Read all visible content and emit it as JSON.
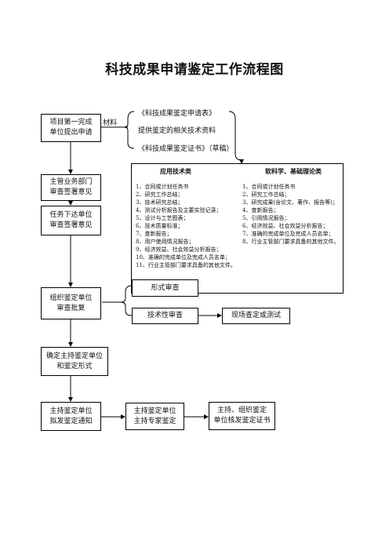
{
  "title": "科技成果申请鉴定工作流程图",
  "flow": {
    "step1": [
      "项目第一完成",
      "单位提出申请"
    ],
    "step2": [
      "主管业务部门",
      "审查签署意见"
    ],
    "step3": [
      "任务下达单位",
      "审查签署意见"
    ],
    "step4": [
      "组织鉴定单位",
      "审查批复"
    ],
    "step5": [
      "确定主持鉴定单位",
      "和鉴定形式"
    ],
    "step6": [
      "主持鉴定单位",
      "拟发鉴定通知"
    ],
    "step7": [
      "主持鉴定单位",
      "主持专家鉴定"
    ],
    "step8": [
      "主持、组织鉴定",
      "单位核发鉴定证书"
    ]
  },
  "materials": {
    "label": "材料",
    "docs": [
      "《科技成果鉴定申请表》",
      "提供鉴定的相关技术资料",
      "《科技成果鉴定证书》（草稿）"
    ]
  },
  "requirements": {
    "applied": {
      "heading": "应用技术类",
      "items": [
        "1、合同或计划任务书",
        "2、研究工作总结；",
        "3、技术研究总结；",
        "4、测试分析报告及主要实验记录；",
        "5、设计与工艺图表；",
        "6、技术质量标准；",
        "7、查新报告；",
        "8、用户使用情况报告；",
        "9、经济效益、社会效益分析报告；",
        "10、准确的完成单位及完成人员名单；",
        "11、行业主管部门要求具备的其他文件。"
      ]
    },
    "soft": {
      "heading": "软科学、基础理论类",
      "items": [
        "1、合同或计划任务书",
        "2、研究工作总结；",
        "3、研究成果(含论文、著作、报告等)；",
        "4、查新报告；",
        "5、引用情况报告；",
        "6、经济效益、社会效益分析报告；",
        "7、准确的完成单位及完成人员名单；",
        "8、行业主管部门要求具备的其他文件。"
      ]
    }
  },
  "review": {
    "formal": "形式审查",
    "technical": "技术性审查",
    "onsite": "现场查定或测试"
  }
}
